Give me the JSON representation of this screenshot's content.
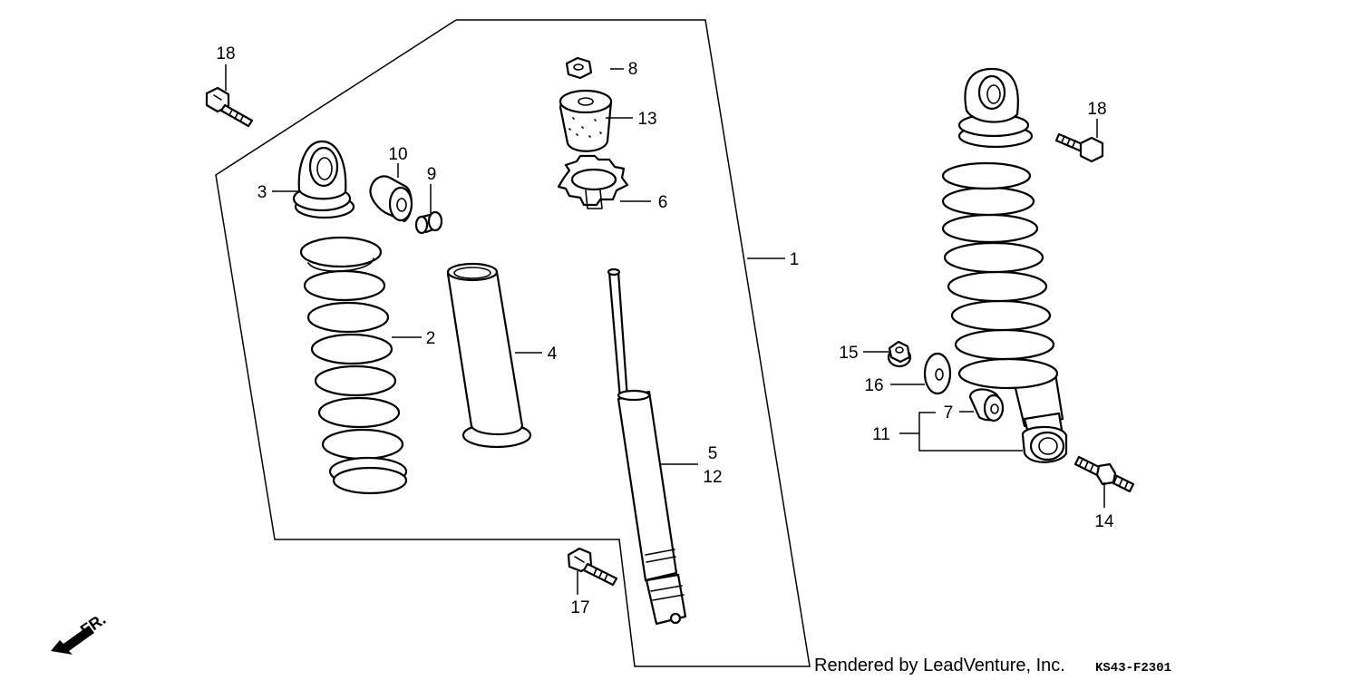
{
  "callouts": [
    "1",
    "2",
    "3",
    "4",
    "5",
    "6",
    "7",
    "8",
    "9",
    "10",
    "11",
    "12",
    "13",
    "14",
    "15",
    "16",
    "17",
    "18"
  ],
  "direction_label": "FR.",
  "credit": "Rendered by LeadVenture, Inc.",
  "diagram_code": "KS43-F2301"
}
